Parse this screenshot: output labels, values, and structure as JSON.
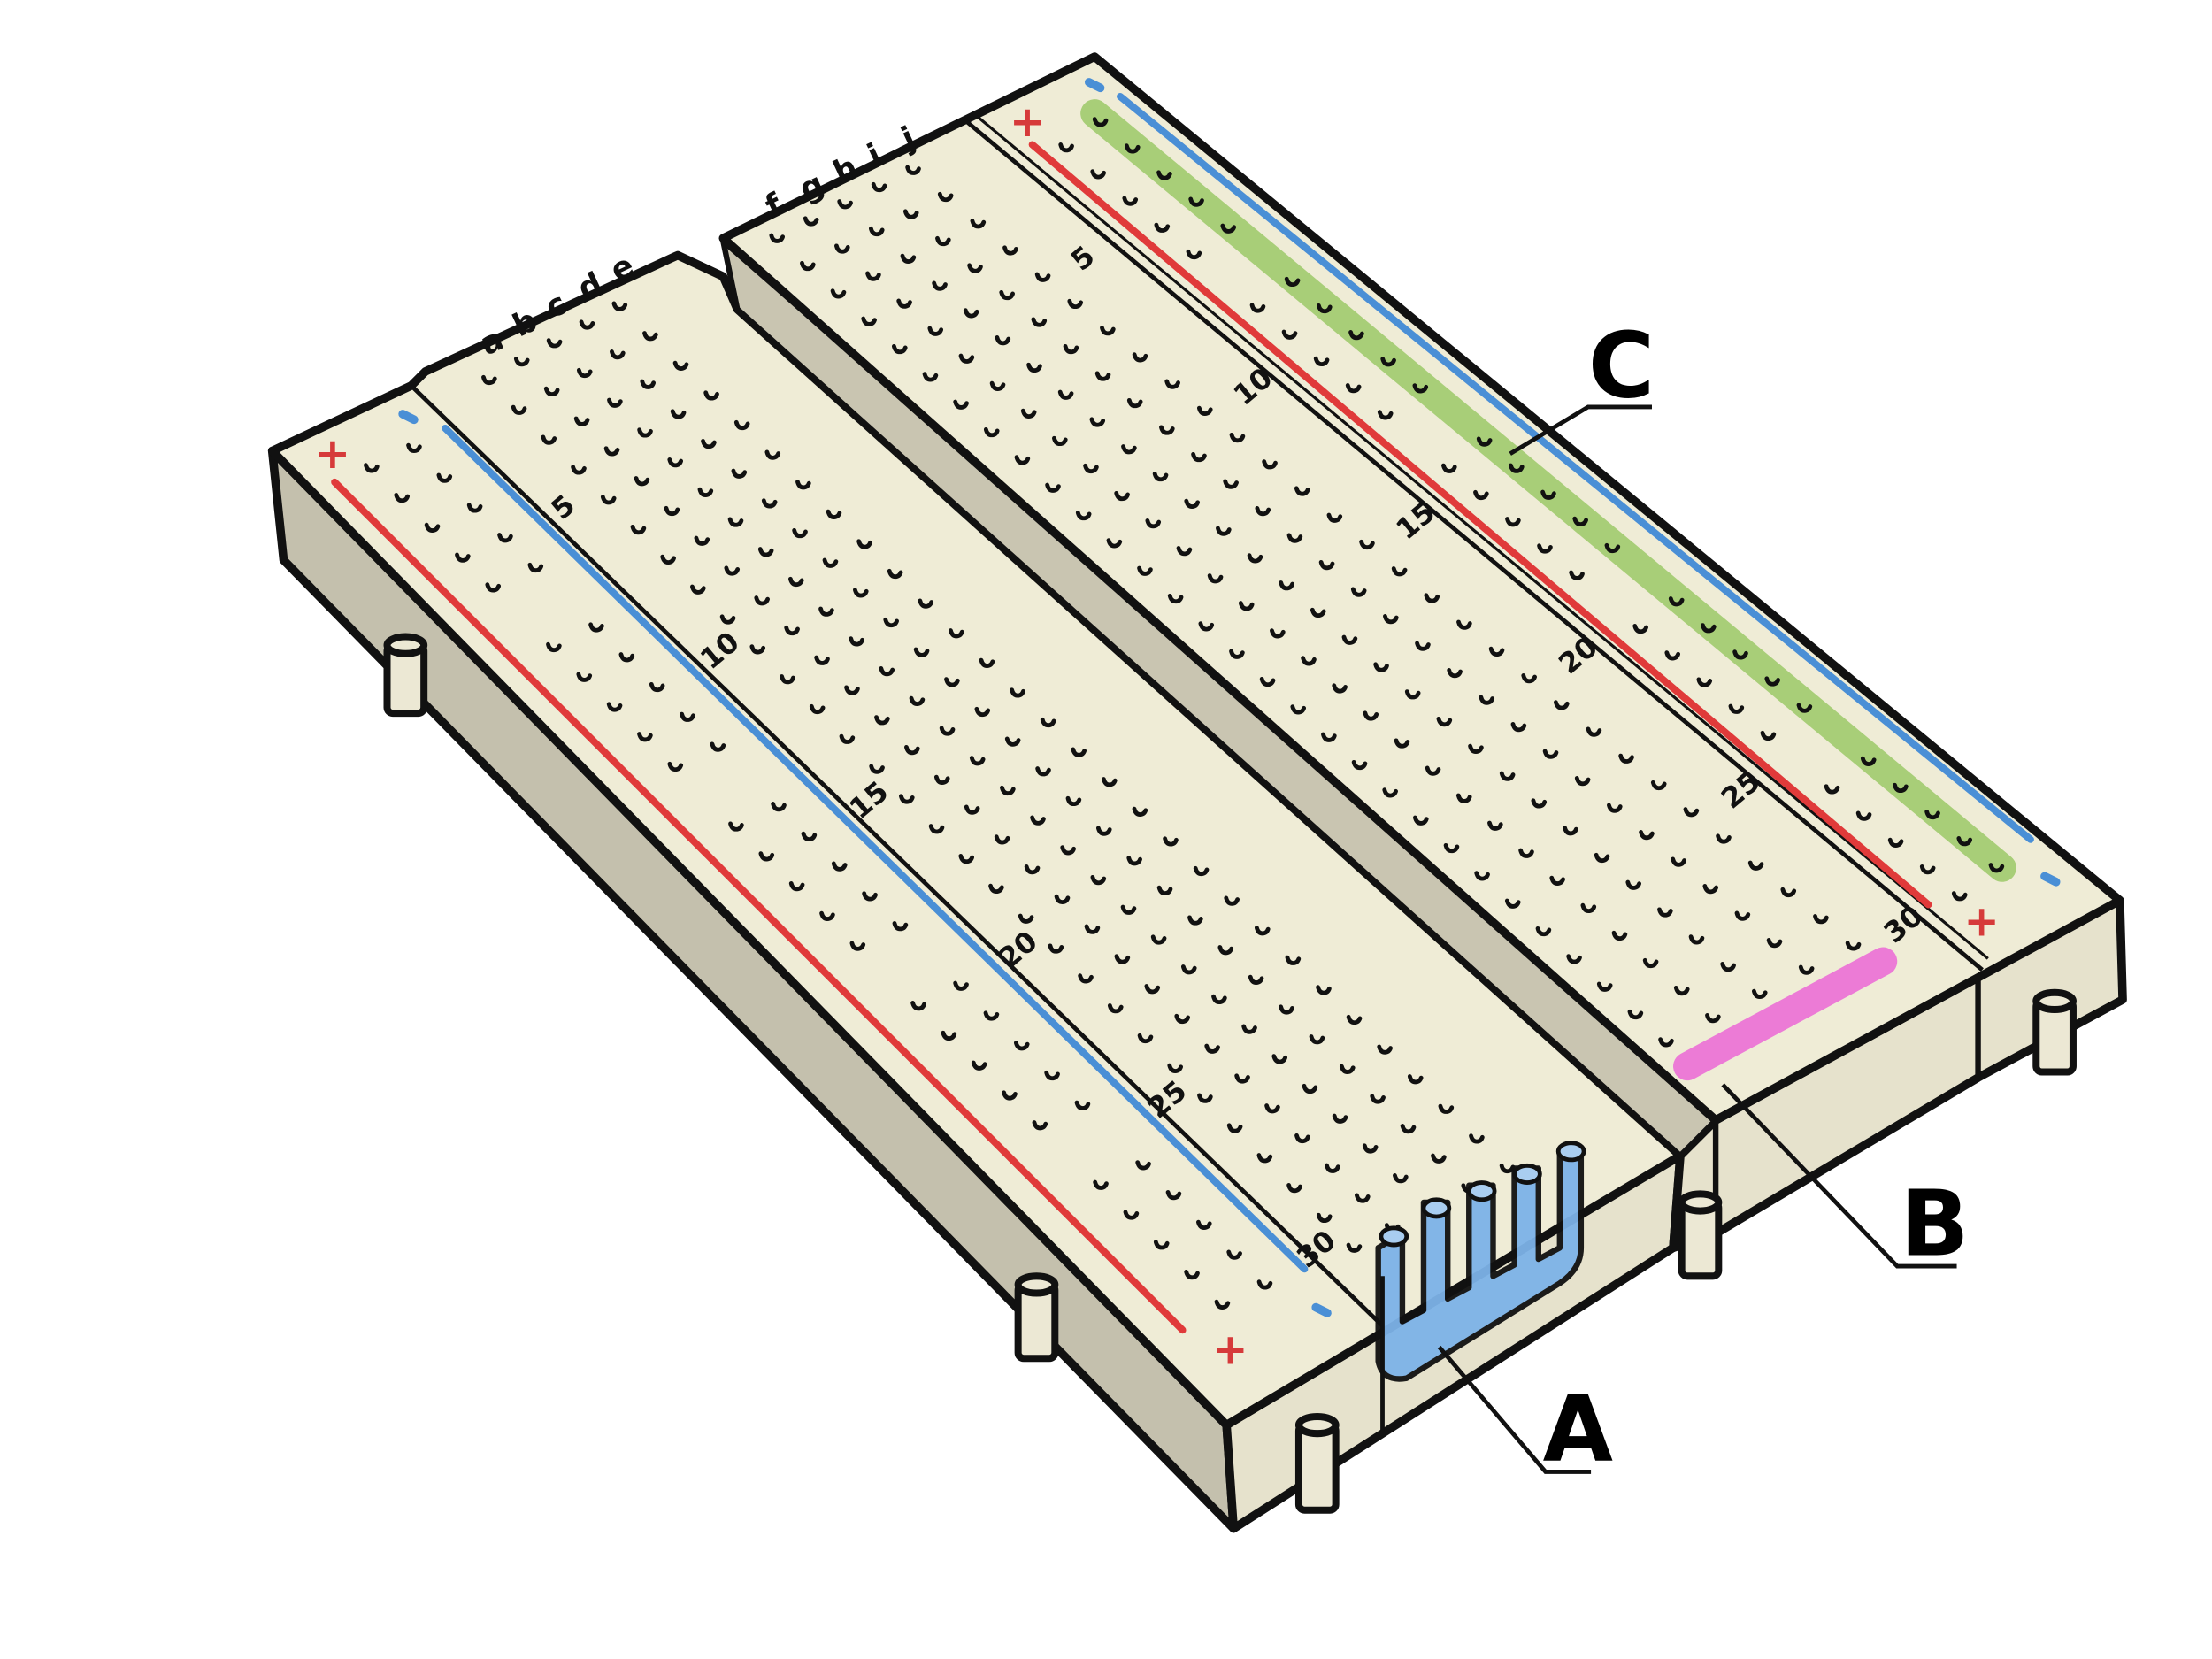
{
  "callouts": {
    "a": "A",
    "b": "B",
    "c": "C"
  },
  "columns_left": [
    "a",
    "b",
    "c",
    "d",
    "e"
  ],
  "columns_right": [
    "f",
    "g",
    "h",
    "i",
    "j"
  ],
  "row_numbers": [
    "5",
    "10",
    "15",
    "20",
    "25",
    "30"
  ],
  "rail_signs": {
    "plus": "+",
    "minus": "-"
  },
  "colors": {
    "board_top": "#efecd6",
    "board_side": "#c4c0ad",
    "board_side_dark": "#b3ae9a",
    "rail_red": "#e03a3a",
    "rail_blue": "#4a8fd6",
    "highlight_a": "#7db3e8",
    "highlight_b": "#ec6fd6",
    "highlight_c": "#9cc968",
    "outline": "#111111"
  }
}
